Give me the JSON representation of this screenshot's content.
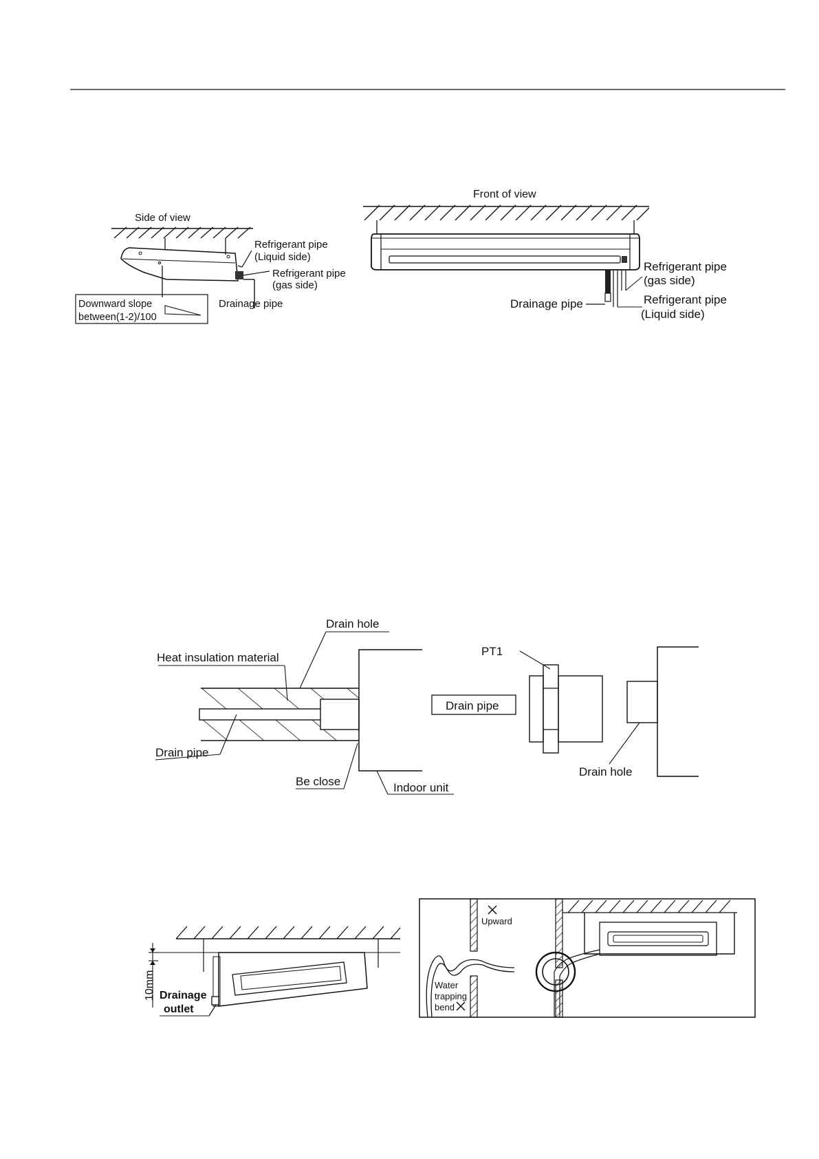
{
  "side_view": {
    "title": "Side of view",
    "ref_liquid_1": "Refrigerant pipe",
    "ref_liquid_2": "(Liquid side)",
    "ref_gas_1": "Refrigerant pipe",
    "ref_gas_2": "(gas side)",
    "drainage_pipe": "Drainage pipe",
    "slope_1": "Downward slope",
    "slope_2": "between(1-2)/100"
  },
  "front_view": {
    "title": "Front of view",
    "ref_gas_1": "Refrigerant pipe",
    "ref_gas_2": "(gas side)",
    "drainage_pipe": "Drainage pipe",
    "ref_liquid_1": "Refrigerant pipe",
    "ref_liquid_2": "(Liquid side)"
  },
  "drain_connection": {
    "drain_hole_top": "Drain hole",
    "heat_insulation": "Heat insulation material",
    "drain_pipe_left": "Drain pipe",
    "be_close": "Be close",
    "indoor_unit": "Indoor unit",
    "pt1": "PT1",
    "drain_pipe_box": "Drain pipe",
    "drain_hole_right": "Drain hole"
  },
  "slope_diagram": {
    "dimension": "10mm",
    "outlet_1": "Drainage",
    "outlet_2": "outlet"
  },
  "wrong_routing": {
    "upward": "Upward",
    "water_1": "Water",
    "water_2": "trapping",
    "water_3": "bend"
  }
}
